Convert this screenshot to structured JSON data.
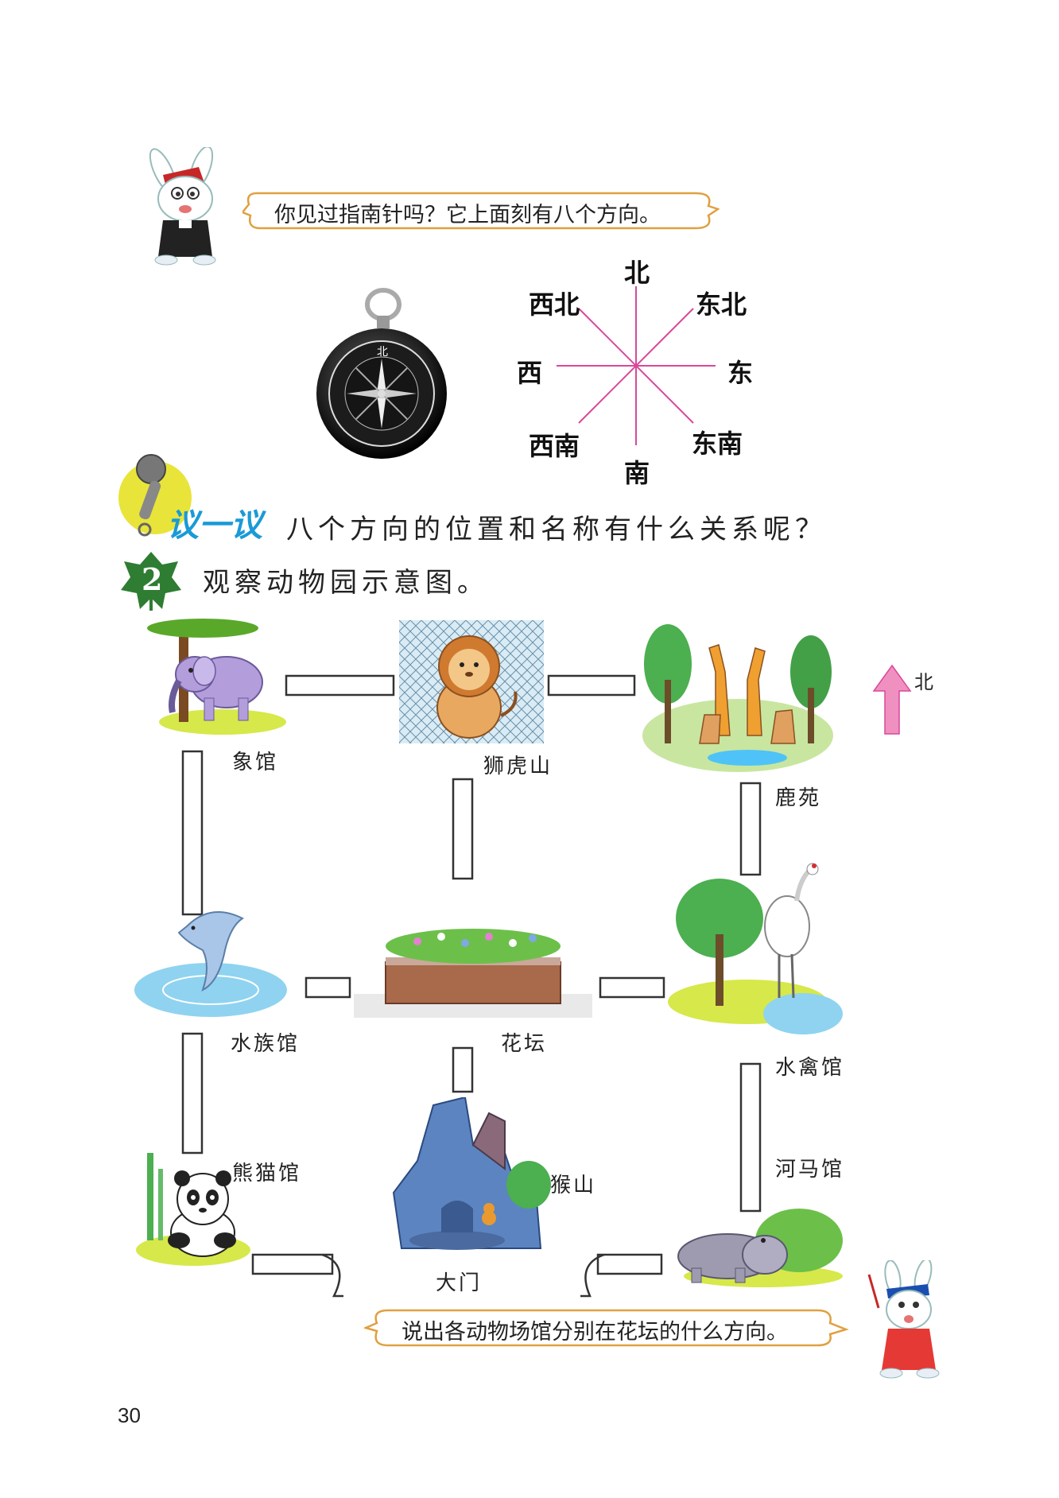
{
  "speech_top": "你见过指南针吗？它上面刻有八个方向。",
  "compass": {
    "center": "北",
    "directions": {
      "north": "北",
      "south": "南",
      "east": "东",
      "west": "西",
      "northeast": "东北",
      "northwest": "西北",
      "southeast": "东南",
      "southwest": "西南"
    }
  },
  "discuss": {
    "badge": "议一议",
    "text": "八个方向的位置和名称有什么关系呢？"
  },
  "exercise": {
    "number": "2",
    "text": "观察动物园示意图。"
  },
  "map": {
    "north_label": "北",
    "places": {
      "elephant": "象馆",
      "lion": "狮虎山",
      "deer": "鹿苑",
      "aquarium": "水族馆",
      "flowerbed": "花坛",
      "waterbird": "水禽馆",
      "panda": "熊猫馆",
      "monkey": "猴山",
      "hippo": "河马馆",
      "gate": "大门"
    }
  },
  "speech_bottom": "说出各动物场馆分别在花坛的什么方向。",
  "page_number": "30",
  "colors": {
    "compass_lines": "#d8489a",
    "north_arrow": "#f090c0",
    "leaf": "#2e7d32",
    "badge_text": "#1a9ad6"
  }
}
